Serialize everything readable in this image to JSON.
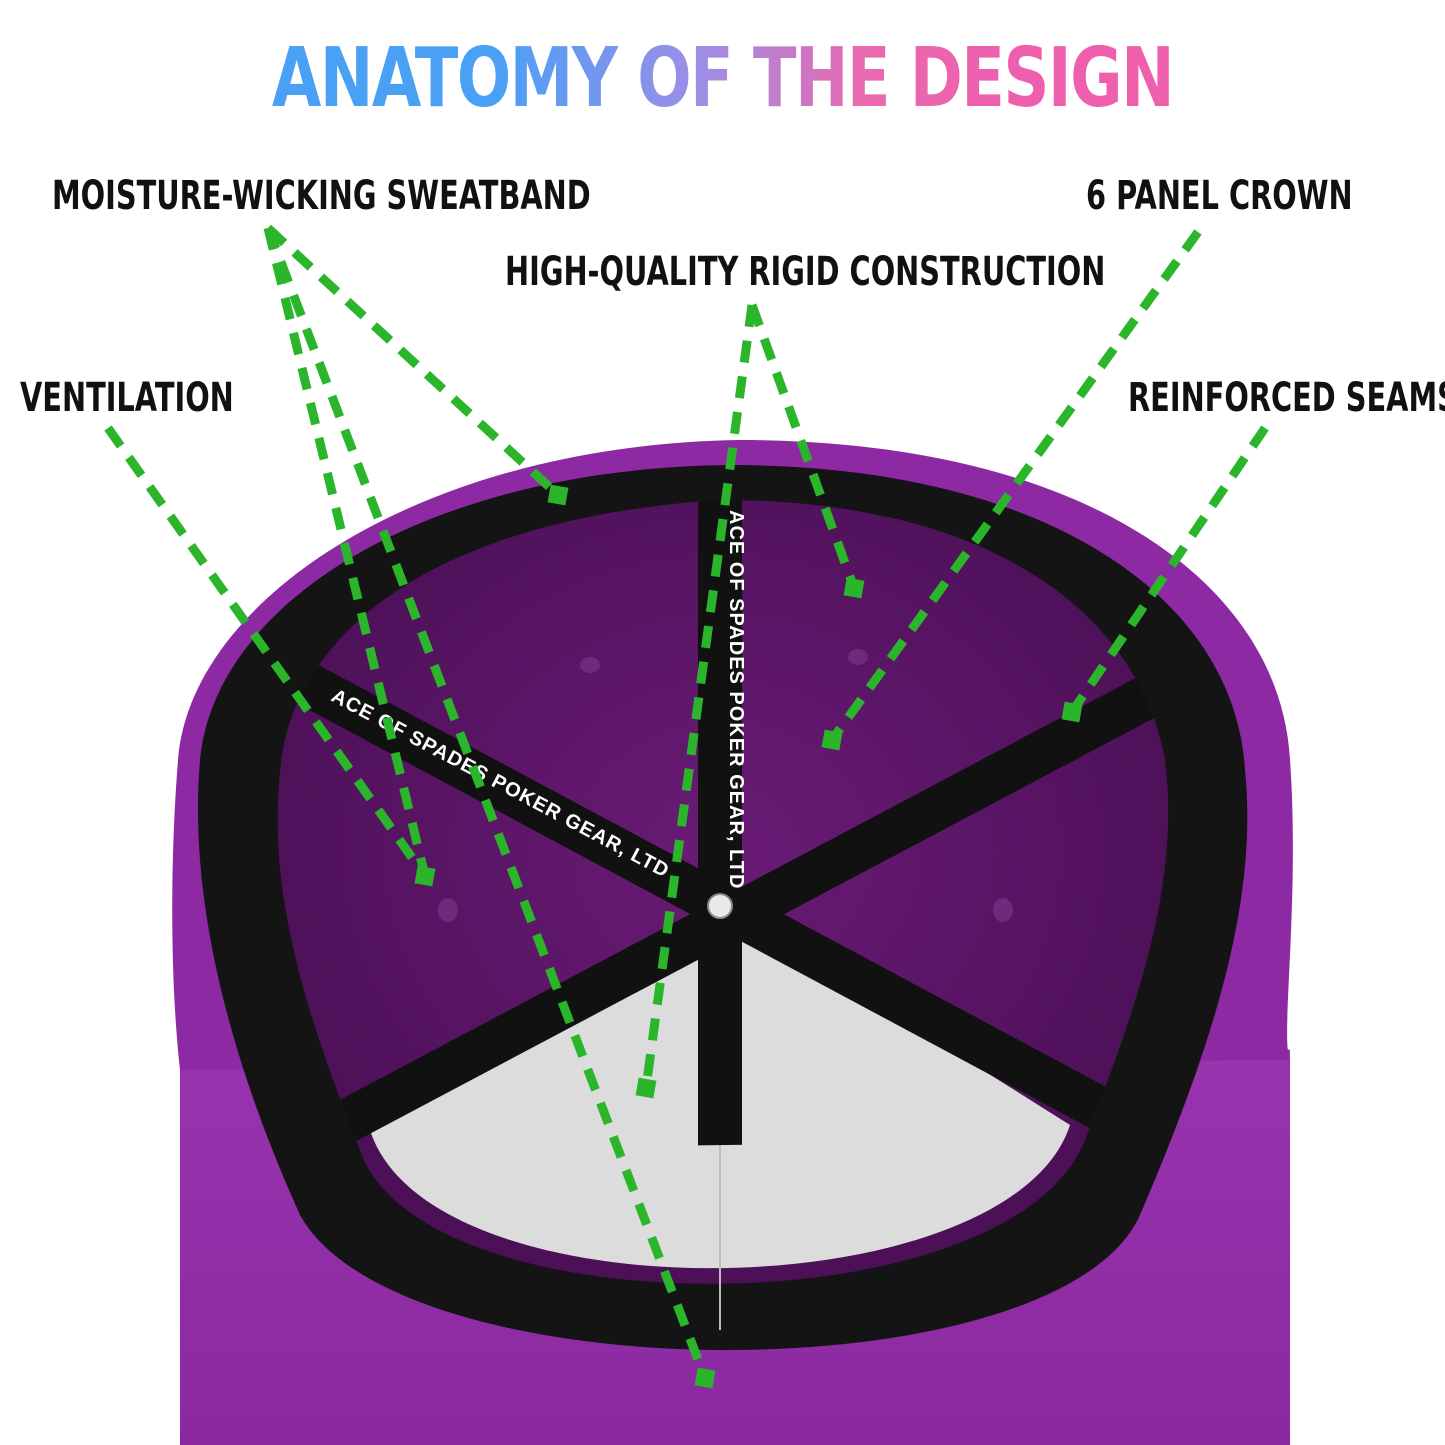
{
  "title": "ANATOMY OF THE DESIGN",
  "callouts": {
    "sweatband": "MOISTURE-WICKING SWEATBAND",
    "rigid": "HIGH-QUALITY RIGID CONSTRUCTION",
    "crown": "6 PANEL CROWN",
    "ventilation": "VENTILATION",
    "seams": "REINFORCED SEAMS"
  },
  "tape": {
    "text": "ACE OF SPADES POKER GEAR, LTD"
  },
  "colors": {
    "cap_purple": "#8d2aa3",
    "lining_purple": "#5c1666",
    "sweatband_black": "#141414",
    "leader_green": "#2bb52b",
    "lining_grey": "#dcdcdc"
  }
}
